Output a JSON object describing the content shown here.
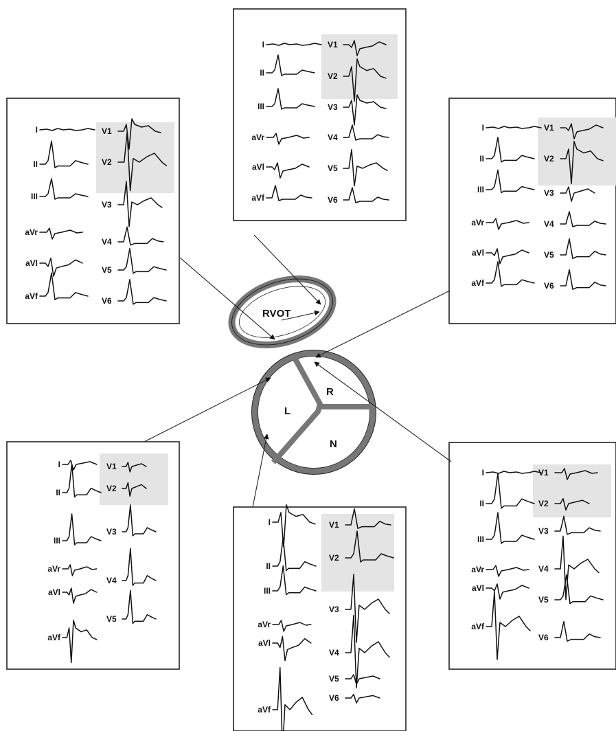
{
  "diagram": {
    "regions": {
      "rvot": "RVOT",
      "left_cusp": "L",
      "right_cusp": "R",
      "noncoronary_cusp": "N"
    },
    "panels": [
      {
        "id": "top-center",
        "limb_leads": [
          "I",
          "II",
          "III",
          "aVr",
          "aVl",
          "aVf"
        ],
        "precordial_leads": [
          "V1",
          "V2",
          "V3",
          "V4",
          "V5",
          "V6"
        ]
      },
      {
        "id": "top-left",
        "limb_leads": [
          "I",
          "II",
          "III",
          "aVr",
          "aVl",
          "aVf"
        ],
        "precordial_leads": [
          "V1",
          "V2",
          "V3",
          "V4",
          "V5",
          "V6"
        ]
      },
      {
        "id": "top-right",
        "limb_leads": [
          "I",
          "II",
          "III",
          "aVr",
          "aVl",
          "aVf"
        ],
        "precordial_leads": [
          "V1",
          "V2",
          "V3",
          "V4",
          "V5",
          "V6"
        ]
      },
      {
        "id": "bottom-left",
        "limb_leads": [
          "I",
          "II",
          "III",
          "aVr",
          "aVl",
          "aVf"
        ],
        "precordial_leads": [
          "V1",
          "V2",
          "V3",
          "V4",
          "V5"
        ]
      },
      {
        "id": "bottom-center",
        "limb_leads": [
          "I",
          "II",
          "III",
          "aVr",
          "aVl",
          "aVf"
        ],
        "precordial_leads": [
          "V1",
          "V2",
          "V3",
          "V4",
          "V5",
          "V6"
        ]
      },
      {
        "id": "bottom-right",
        "limb_leads": [
          "I",
          "II",
          "III",
          "aVr",
          "aVl",
          "aVf"
        ],
        "precordial_leads": [
          "V1",
          "V2",
          "V3",
          "V4",
          "V5",
          "V6"
        ]
      }
    ]
  }
}
